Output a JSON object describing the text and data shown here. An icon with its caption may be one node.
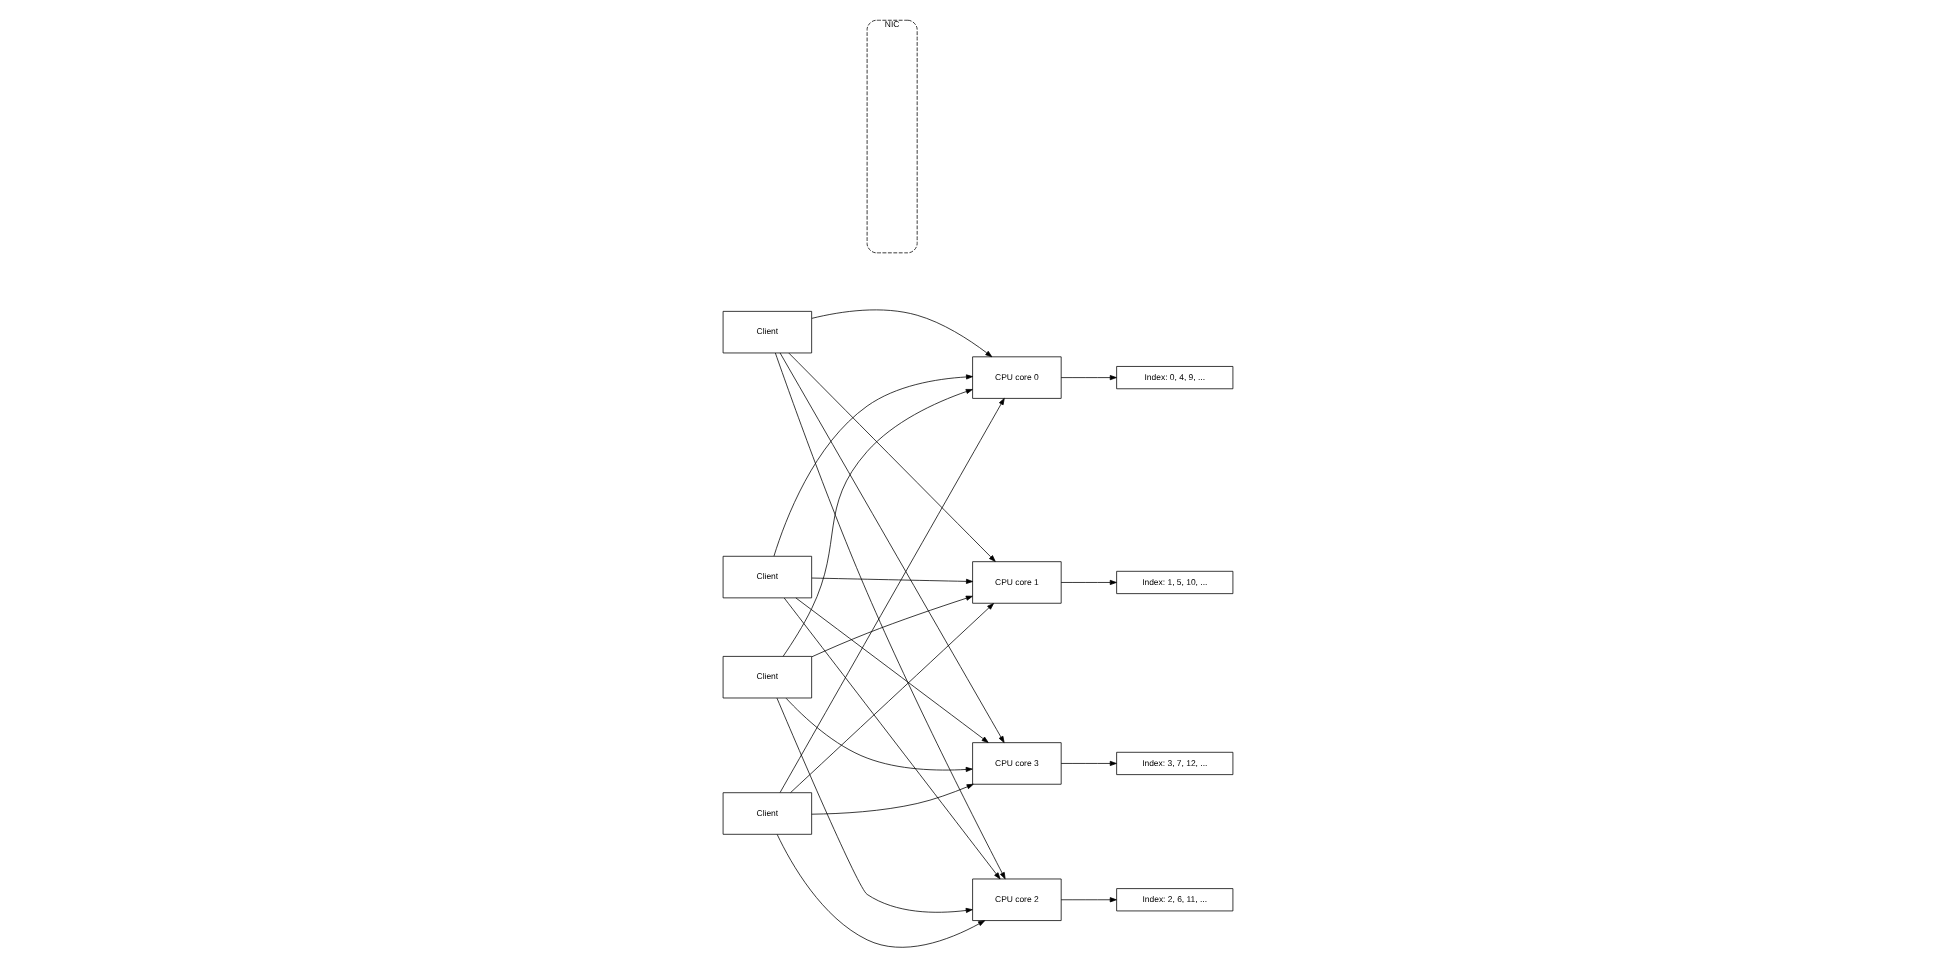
{
  "diagram": {
    "nodes": [
      {
        "text": [
          "Client"
        ]
      },
      {
        "text": [
          "Client"
        ]
      },
      {
        "text": [
          "Client"
        ]
      },
      {
        "text": [
          "Client"
        ]
      },
      {
        "text": [
          "NIC"
        ]
      },
      {
        "text": [
          "CPU core 0"
        ]
      },
      {
        "text": [
          "CPU core 1"
        ]
      },
      {
        "text": [
          "CPU core 2"
        ]
      },
      {
        "text": [
          "CPU core 3"
        ]
      },
      {
        "text": [
          "Index: 0, 4, 9, ..."
        ]
      },
      {
        "text": [
          "Index: 1, 5, 10, ..."
        ]
      },
      {
        "text": [
          "Index: 2, 6, 11, ..."
        ]
      },
      {
        "text": [
          "Index: 3, 7, 12, ..."
        ]
      }
    ],
    "edges": [
      {
        "from": 0,
        "to": 5,
        "arrow": "to"
      },
      {
        "from": 0,
        "to": 6,
        "arrow": "to"
      },
      {
        "from": 0,
        "to": 7,
        "arrow": "to"
      },
      {
        "from": 0,
        "to": 8,
        "arrow": "to"
      },
      {
        "from": 1,
        "to": 5,
        "arrow": "to"
      },
      {
        "from": 1,
        "to": 6,
        "arrow": "to"
      },
      {
        "from": 1,
        "to": 7,
        "arrow": "to"
      },
      {
        "from": 1,
        "to": 8,
        "arrow": "to"
      },
      {
        "from": 2,
        "to": 5,
        "arrow": "to"
      },
      {
        "from": 2,
        "to": 6,
        "arrow": "to"
      },
      {
        "from": 2,
        "to": 7,
        "arrow": "to"
      },
      {
        "from": 2,
        "to": 8,
        "arrow": "to"
      },
      {
        "from": 3,
        "to": 5,
        "arrow": "to"
      },
      {
        "from": 3,
        "to": 6,
        "arrow": "to"
      },
      {
        "from": 3,
        "to": 7,
        "arrow": "to"
      },
      {
        "from": 3,
        "to": 8,
        "arrow": "to"
      },
      {
        "from": 5,
        "to": 9,
        "arrow": "to"
      },
      {
        "from": 6,
        "to": 10,
        "arrow": "to"
      },
      {
        "from": 7,
        "to": 11,
        "arrow": "to"
      },
      {
        "from": 8,
        "to": 12,
        "arrow": "to"
      }
    ]
  }
}
